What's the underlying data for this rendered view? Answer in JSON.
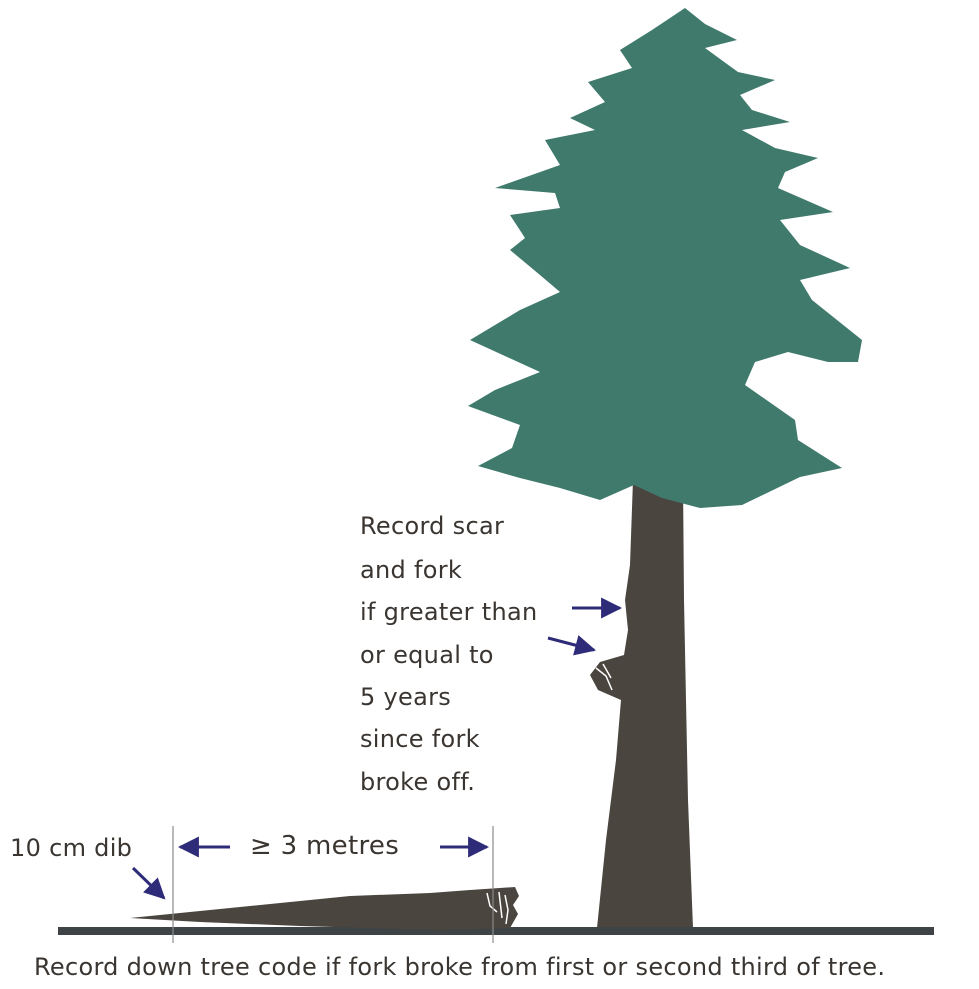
{
  "note_lines": [
    "Record scar",
    "and fork",
    "if greater than",
    "or equal to",
    "5 years",
    "since fork",
    "broke off."
  ],
  "dib_label": "10 cm dib",
  "length_label": "≥ 3 metres",
  "caption": "Record down tree code if fork broke from first or second third of tree.",
  "colors": {
    "foliage": "#3f7a6c",
    "trunk": "#4a453e",
    "ground": "#3e4446",
    "arrow": "#2e2b78",
    "text": "#3a3530",
    "guide_line": "#8a8a8a"
  }
}
